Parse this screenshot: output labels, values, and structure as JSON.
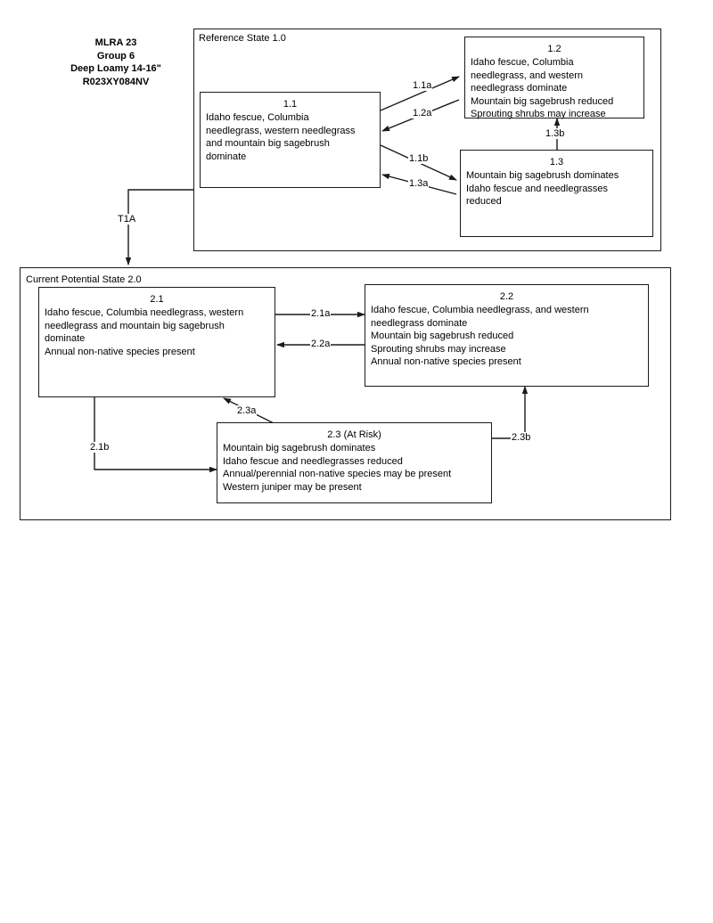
{
  "title_block": {
    "lines": [
      "MLRA 23",
      "Group 6",
      "Deep Loamy 14-16\"",
      "R023XY084NV"
    ]
  },
  "states": [
    {
      "id": "reference-state",
      "label": "Reference State 1.0"
    },
    {
      "id": "current-potential-state",
      "label": "Current Potential State 2.0"
    }
  ],
  "phases": {
    "p11": {
      "id": "1.1",
      "lines": [
        "Idaho fescue, Columbia",
        "needlegrass, western needlegrass",
        "and mountain big sagebrush",
        "dominate"
      ]
    },
    "p12": {
      "id": "1.2",
      "lines": [
        "Idaho fescue, Columbia",
        "needlegrass, and western",
        "needlegrass dominate",
        "Mountain big sagebrush reduced",
        "Sprouting shrubs may increase"
      ]
    },
    "p13": {
      "id": "1.3",
      "lines": [
        "Mountain big sagebrush dominates",
        "Idaho fescue and needlegrasses",
        "reduced"
      ]
    },
    "p21": {
      "id": "2.1",
      "lines": [
        "Idaho fescue, Columbia needlegrass, western",
        "needlegrass and mountain big sagebrush",
        "dominate",
        "Annual non-native species present"
      ]
    },
    "p22": {
      "id": "2.2",
      "lines": [
        "Idaho fescue, Columbia needlegrass, and western",
        "needlegrass dominate",
        "Mountain big sagebrush reduced",
        "Sprouting shrubs may increase",
        "Annual non-native species present"
      ]
    },
    "p23": {
      "id": "2.3 (At Risk)",
      "lines": [
        "Mountain big sagebrush dominates",
        "Idaho fescue and needlegrasses reduced",
        "Annual/perennial non-native species may be present",
        "Western juniper may be present"
      ]
    }
  },
  "transitions": {
    "t11a": "1.1a",
    "t12a": "1.2a",
    "t11b": "1.1b",
    "t13a": "1.3a",
    "t13b": "1.3b",
    "t1A": "T1A",
    "t21a": "2.1a",
    "t22a": "2.2a",
    "t21b": "2.1b",
    "t23a": "2.3a",
    "t23b": "2.3b"
  },
  "colors": {
    "line": "#1a1a1a",
    "background": "#ffffff",
    "text": "#000000"
  }
}
